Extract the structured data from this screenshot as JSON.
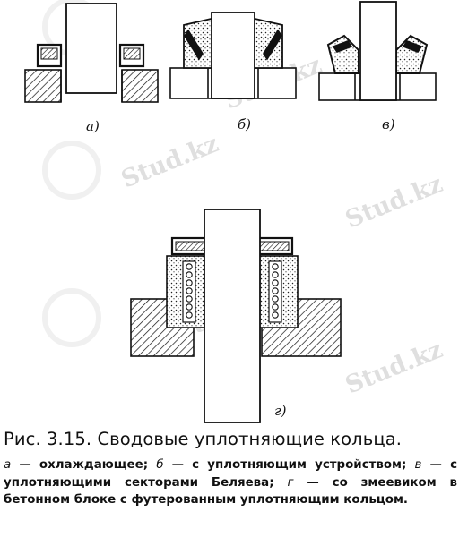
{
  "watermark": {
    "text": "Stud.kz",
    "color": "#dcdcdc"
  },
  "figure": {
    "labels": {
      "a": "а)",
      "b": "б)",
      "v": "в)",
      "g": "г)"
    }
  },
  "caption": {
    "title": "Рис. 3.15. Сводовые уплотняющие кольца.",
    "legend": [
      {
        "key": "а",
        "text": " — охлаждающее; "
      },
      {
        "key": "б",
        "text": " — с уплотняющим устройством; "
      },
      {
        "key": "в",
        "text": " — с уплотняющими секторами Беляева; "
      },
      {
        "key": "г",
        "text": " — со змеевиком в бетонном блоке с футерованным уплотняющим кольцом."
      }
    ]
  }
}
